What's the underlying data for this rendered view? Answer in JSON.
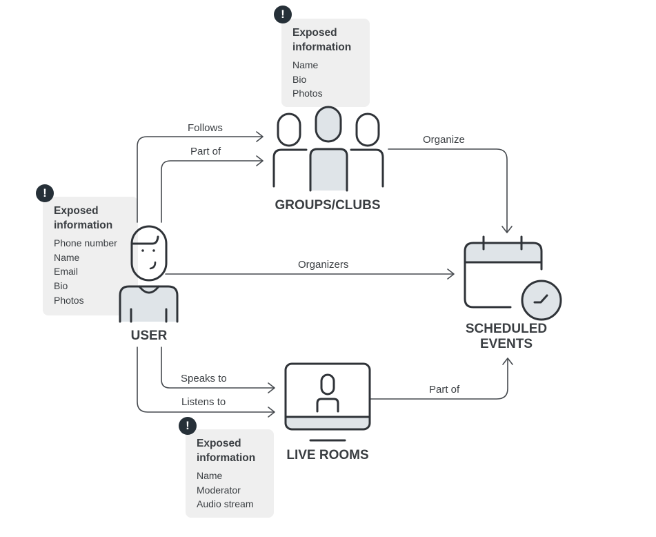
{
  "nodes": {
    "groups": {
      "label": "GROUPS/CLUBS",
      "icon": "group-icon"
    },
    "user": {
      "label": "USER",
      "icon": "user-icon"
    },
    "events": {
      "label_line1": "SCHEDULED",
      "label_line2": "EVENTS",
      "icon": "calendar-clock-icon"
    },
    "rooms": {
      "label": "LIVE ROOMS",
      "icon": "monitor-person-icon"
    }
  },
  "edges": {
    "follows": "Follows",
    "part_of_groups": "Part of",
    "organize": "Organize",
    "organizers": "Organizers",
    "speaks_to": "Speaks to",
    "listens_to": "Listens to",
    "part_of_events": "Part of"
  },
  "info_boxes": {
    "groups": {
      "badge": "!",
      "title": "Exposed\ninformation",
      "items": [
        "Name",
        "Bio",
        "Photos"
      ]
    },
    "user": {
      "badge": "!",
      "title": "Exposed\ninformation",
      "items": [
        "Phone number",
        "Name",
        "Email",
        "Bio",
        "Photos"
      ]
    },
    "rooms": {
      "badge": "!",
      "title": "Exposed\ninformation",
      "items": [
        "Name",
        "Moderator",
        "Audio stream"
      ]
    }
  },
  "colors": {
    "stroke": "#2f3338",
    "accent_fill": "#dfe4e8",
    "box_bg": "#efefef",
    "badge": "#263038"
  }
}
